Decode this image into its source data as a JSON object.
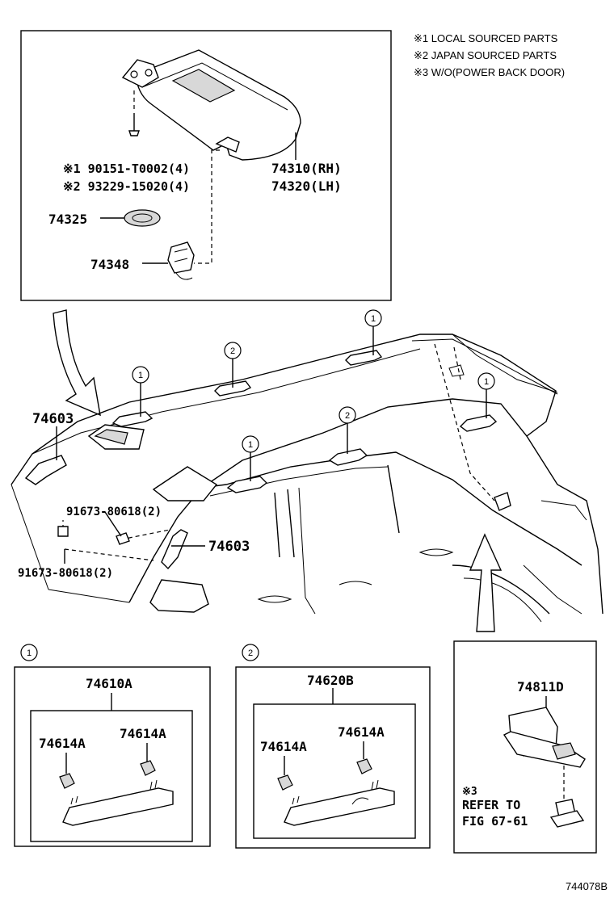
{
  "notes": [
    "※1 LOCAL SOURCED PARTS",
    "※2 JAPAN SOURCED PARTS",
    "※3 W/O(POWER BACK DOOR)"
  ],
  "visor": {
    "screw_1": "※1 90151-T0002(4)",
    "screw_2": "※2 93229-15020(4)",
    "visor_rh": "74310(RH)",
    "visor_lh": "74320(LH)",
    "part_74325": "74325",
    "part_74348": "74348"
  },
  "main": {
    "grip_74603_top": "74603",
    "grip_74603_right": "74603",
    "bolt_upper": "91673-80618(2)",
    "bolt_lower": "91673-80618(2)",
    "callouts": [
      "1",
      "2",
      "1",
      "1",
      "2",
      "1"
    ]
  },
  "detail_1": {
    "marker": "1",
    "assembly": "74610A",
    "clip_left": "74614A",
    "clip_right": "74614A"
  },
  "detail_2": {
    "marker": "2",
    "assembly": "74620B",
    "clip_left": "74614A",
    "clip_right": "74614A"
  },
  "detail_3": {
    "part": "74811D",
    "note": "※3",
    "refer_1": "REFER TO",
    "refer_2": "FIG 67-61"
  },
  "footer": {
    "figure_code": "744078B"
  }
}
